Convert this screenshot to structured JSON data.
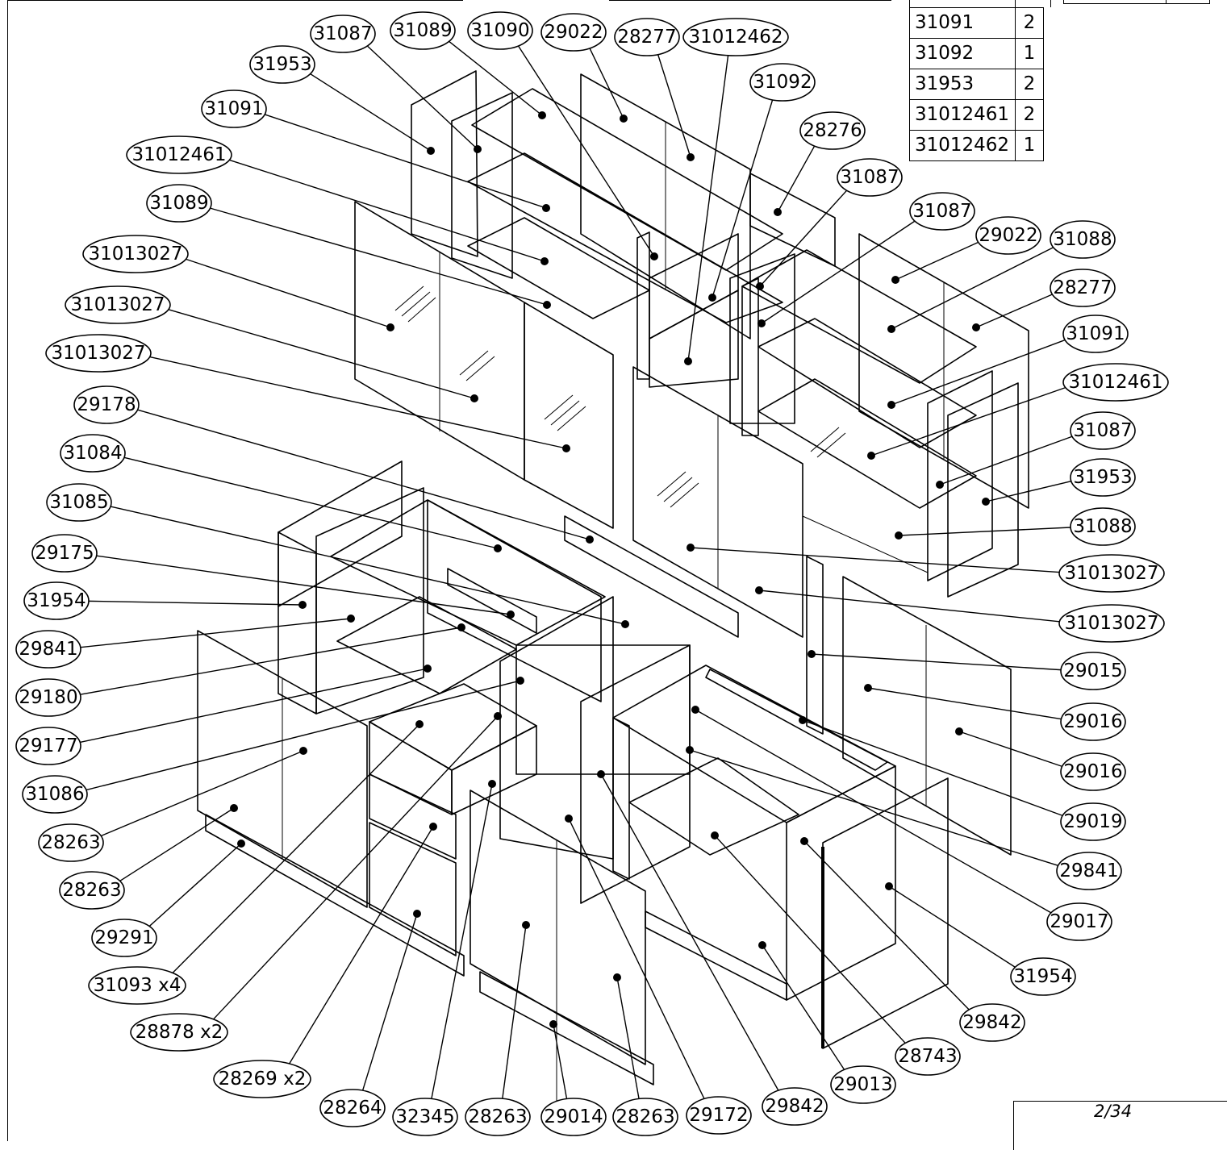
{
  "diagram": {
    "type": "exploded-assembly",
    "page_number": "2/34"
  },
  "parts_table": [
    {
      "code": "31091",
      "qty": "2"
    },
    {
      "code": "31092",
      "qty": "1"
    },
    {
      "code": "31953",
      "qty": "2"
    },
    {
      "code": "31012461",
      "qty": "2"
    },
    {
      "code": "31012462",
      "qty": "1"
    }
  ],
  "callouts": [
    "31087",
    "31089",
    "31090",
    "29022",
    "28277",
    "31012462",
    "31953",
    "31092",
    "31091",
    "28276",
    "31012461",
    "31087",
    "31089",
    "31087",
    "29022",
    "31088",
    "31013027",
    "28277",
    "31013027",
    "31091",
    "31013027",
    "31012461",
    "29178",
    "31087",
    "31084",
    "31953",
    "31085",
    "31088",
    "29175",
    "31013027",
    "31954",
    "31013027",
    "29841",
    "29015",
    "29180",
    "29016",
    "29177",
    "29016",
    "31086",
    "29019",
    "28263",
    "29841",
    "28263",
    "29017",
    "29291",
    "31954",
    "31093 x4",
    "29842",
    "28878 x2",
    "28743",
    "28269 x2",
    "29013",
    "28264",
    "32345",
    "28263",
    "29014",
    "28263",
    "29172",
    "29842"
  ]
}
